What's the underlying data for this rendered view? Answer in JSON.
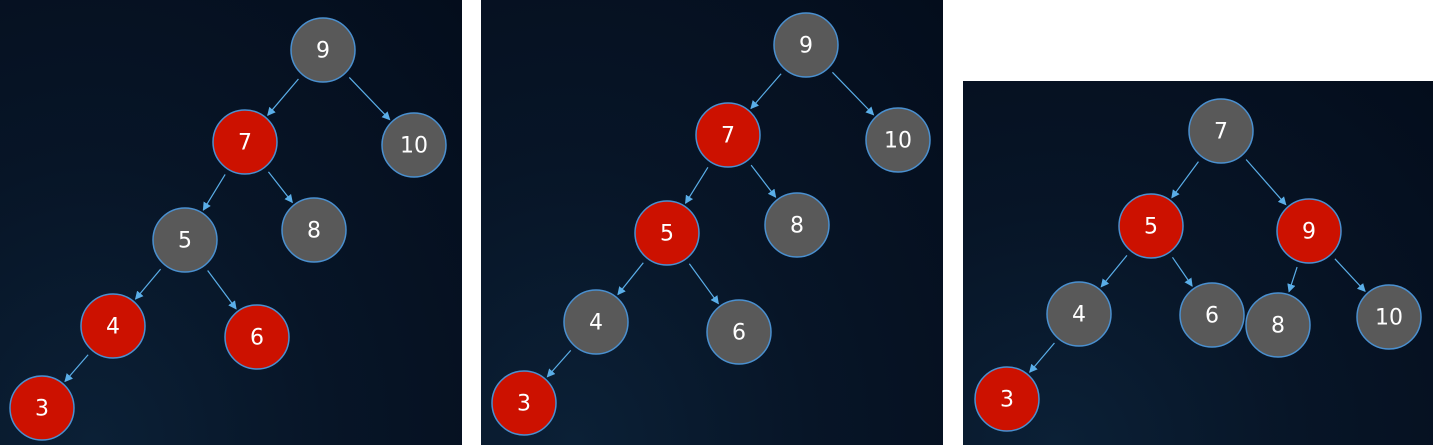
{
  "colors": {
    "black_node": "#595959",
    "red_node": "#cc1100",
    "node_border": "#4a90d0",
    "edge": "#5aaee8",
    "label": "#ffffff"
  },
  "trees": [
    {
      "nodes": [
        {
          "id": "n9",
          "label": "9",
          "color": "black"
        },
        {
          "id": "n7",
          "label": "7",
          "color": "red"
        },
        {
          "id": "n10",
          "label": "10",
          "color": "black"
        },
        {
          "id": "n5",
          "label": "5",
          "color": "black"
        },
        {
          "id": "n8",
          "label": "8",
          "color": "black"
        },
        {
          "id": "n4",
          "label": "4",
          "color": "red"
        },
        {
          "id": "n6",
          "label": "6",
          "color": "red"
        },
        {
          "id": "n3",
          "label": "3",
          "color": "red"
        }
      ],
      "edges": [
        [
          "n9",
          "n7"
        ],
        [
          "n9",
          "n10"
        ],
        [
          "n7",
          "n5"
        ],
        [
          "n7",
          "n8"
        ],
        [
          "n5",
          "n4"
        ],
        [
          "n5",
          "n6"
        ],
        [
          "n4",
          "n3"
        ]
      ]
    },
    {
      "nodes": [
        {
          "id": "n9",
          "label": "9",
          "color": "black"
        },
        {
          "id": "n7",
          "label": "7",
          "color": "red"
        },
        {
          "id": "n10",
          "label": "10",
          "color": "black"
        },
        {
          "id": "n5",
          "label": "5",
          "color": "red"
        },
        {
          "id": "n8",
          "label": "8",
          "color": "black"
        },
        {
          "id": "n4",
          "label": "4",
          "color": "black"
        },
        {
          "id": "n6",
          "label": "6",
          "color": "black"
        },
        {
          "id": "n3",
          "label": "3",
          "color": "red"
        }
      ],
      "edges": [
        [
          "n9",
          "n7"
        ],
        [
          "n9",
          "n10"
        ],
        [
          "n7",
          "n5"
        ],
        [
          "n7",
          "n8"
        ],
        [
          "n5",
          "n4"
        ],
        [
          "n5",
          "n6"
        ],
        [
          "n4",
          "n3"
        ]
      ]
    },
    {
      "nodes": [
        {
          "id": "n7",
          "label": "7",
          "color": "black"
        },
        {
          "id": "n5",
          "label": "5",
          "color": "red"
        },
        {
          "id": "n9",
          "label": "9",
          "color": "red"
        },
        {
          "id": "n4",
          "label": "4",
          "color": "black"
        },
        {
          "id": "n6",
          "label": "6",
          "color": "black"
        },
        {
          "id": "n8",
          "label": "8",
          "color": "black"
        },
        {
          "id": "n10",
          "label": "10",
          "color": "black"
        },
        {
          "id": "n3",
          "label": "3",
          "color": "red"
        }
      ],
      "edges": [
        [
          "n7",
          "n5"
        ],
        [
          "n7",
          "n9"
        ],
        [
          "n5",
          "n4"
        ],
        [
          "n5",
          "n6"
        ],
        [
          "n9",
          "n8"
        ],
        [
          "n9",
          "n10"
        ],
        [
          "n4",
          "n3"
        ]
      ]
    }
  ]
}
